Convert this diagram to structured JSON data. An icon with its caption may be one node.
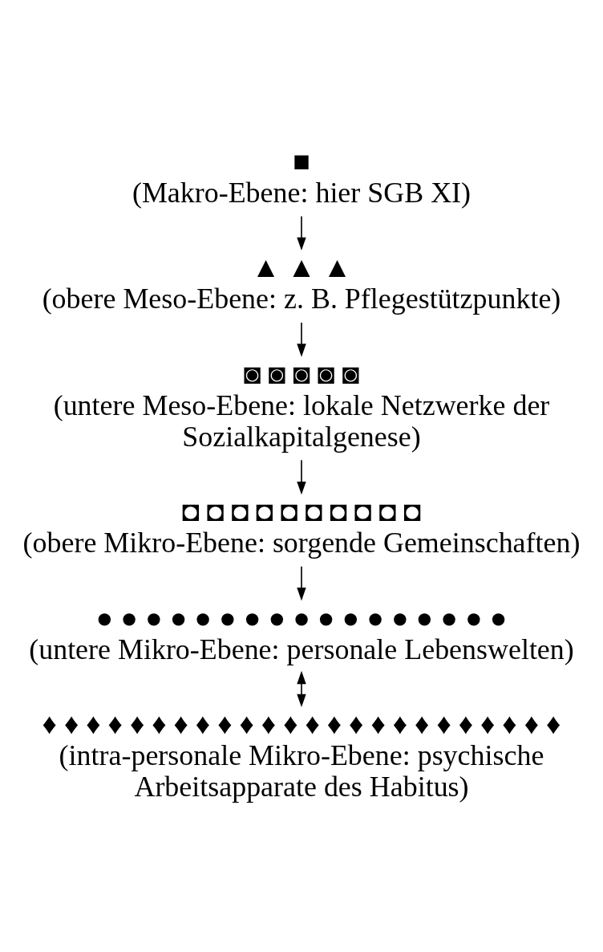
{
  "diagram": {
    "nodes": [
      {
        "text": [
          "■",
          "(Makro-Ebene: hier SGB XI)"
        ]
      },
      {
        "text": [
          "▲ ▲ ▲",
          "(obere Meso-Ebene: z. B. Pflegestützpunkte)"
        ]
      },
      {
        "text": [
          "◙ ◙ ◙ ◙ ◙",
          "(untere Meso-Ebene: lokale Netzwerke der Sozialkapitalgenese)"
        ]
      },
      {
        "text": [
          "◘ ◘ ◘ ◘ ◘ ◘ ◘ ◘ ◘ ◘",
          "(obere Mikro-Ebene: sorgende Gemeinschaften)"
        ]
      },
      {
        "text": [
          "● ● ● ● ● ● ● ● ● ● ● ● ● ● ● ● ●",
          "(untere Mikro-Ebene: personale Lebenswelten)"
        ]
      },
      {
        "text": [
          "♦ ♦ ♦ ♦ ♦ ♦ ♦ ♦ ♦ ♦ ♦ ♦ ♦ ♦ ♦ ♦ ♦ ♦ ♦ ♦ ♦ ♦ ♦ ♦",
          "(intra-personale Mikro-Ebene: psychische Arbeitsapparate des Habitus)"
        ]
      }
    ],
    "edges": [
      {
        "from": 0,
        "to": 1,
        "arrow": "to"
      },
      {
        "from": 1,
        "to": 2,
        "arrow": "to"
      },
      {
        "from": 2,
        "to": 3,
        "arrow": "to"
      },
      {
        "from": 3,
        "to": 4,
        "arrow": "to"
      },
      {
        "from": 4,
        "to": 5,
        "arrow": "both"
      }
    ]
  }
}
